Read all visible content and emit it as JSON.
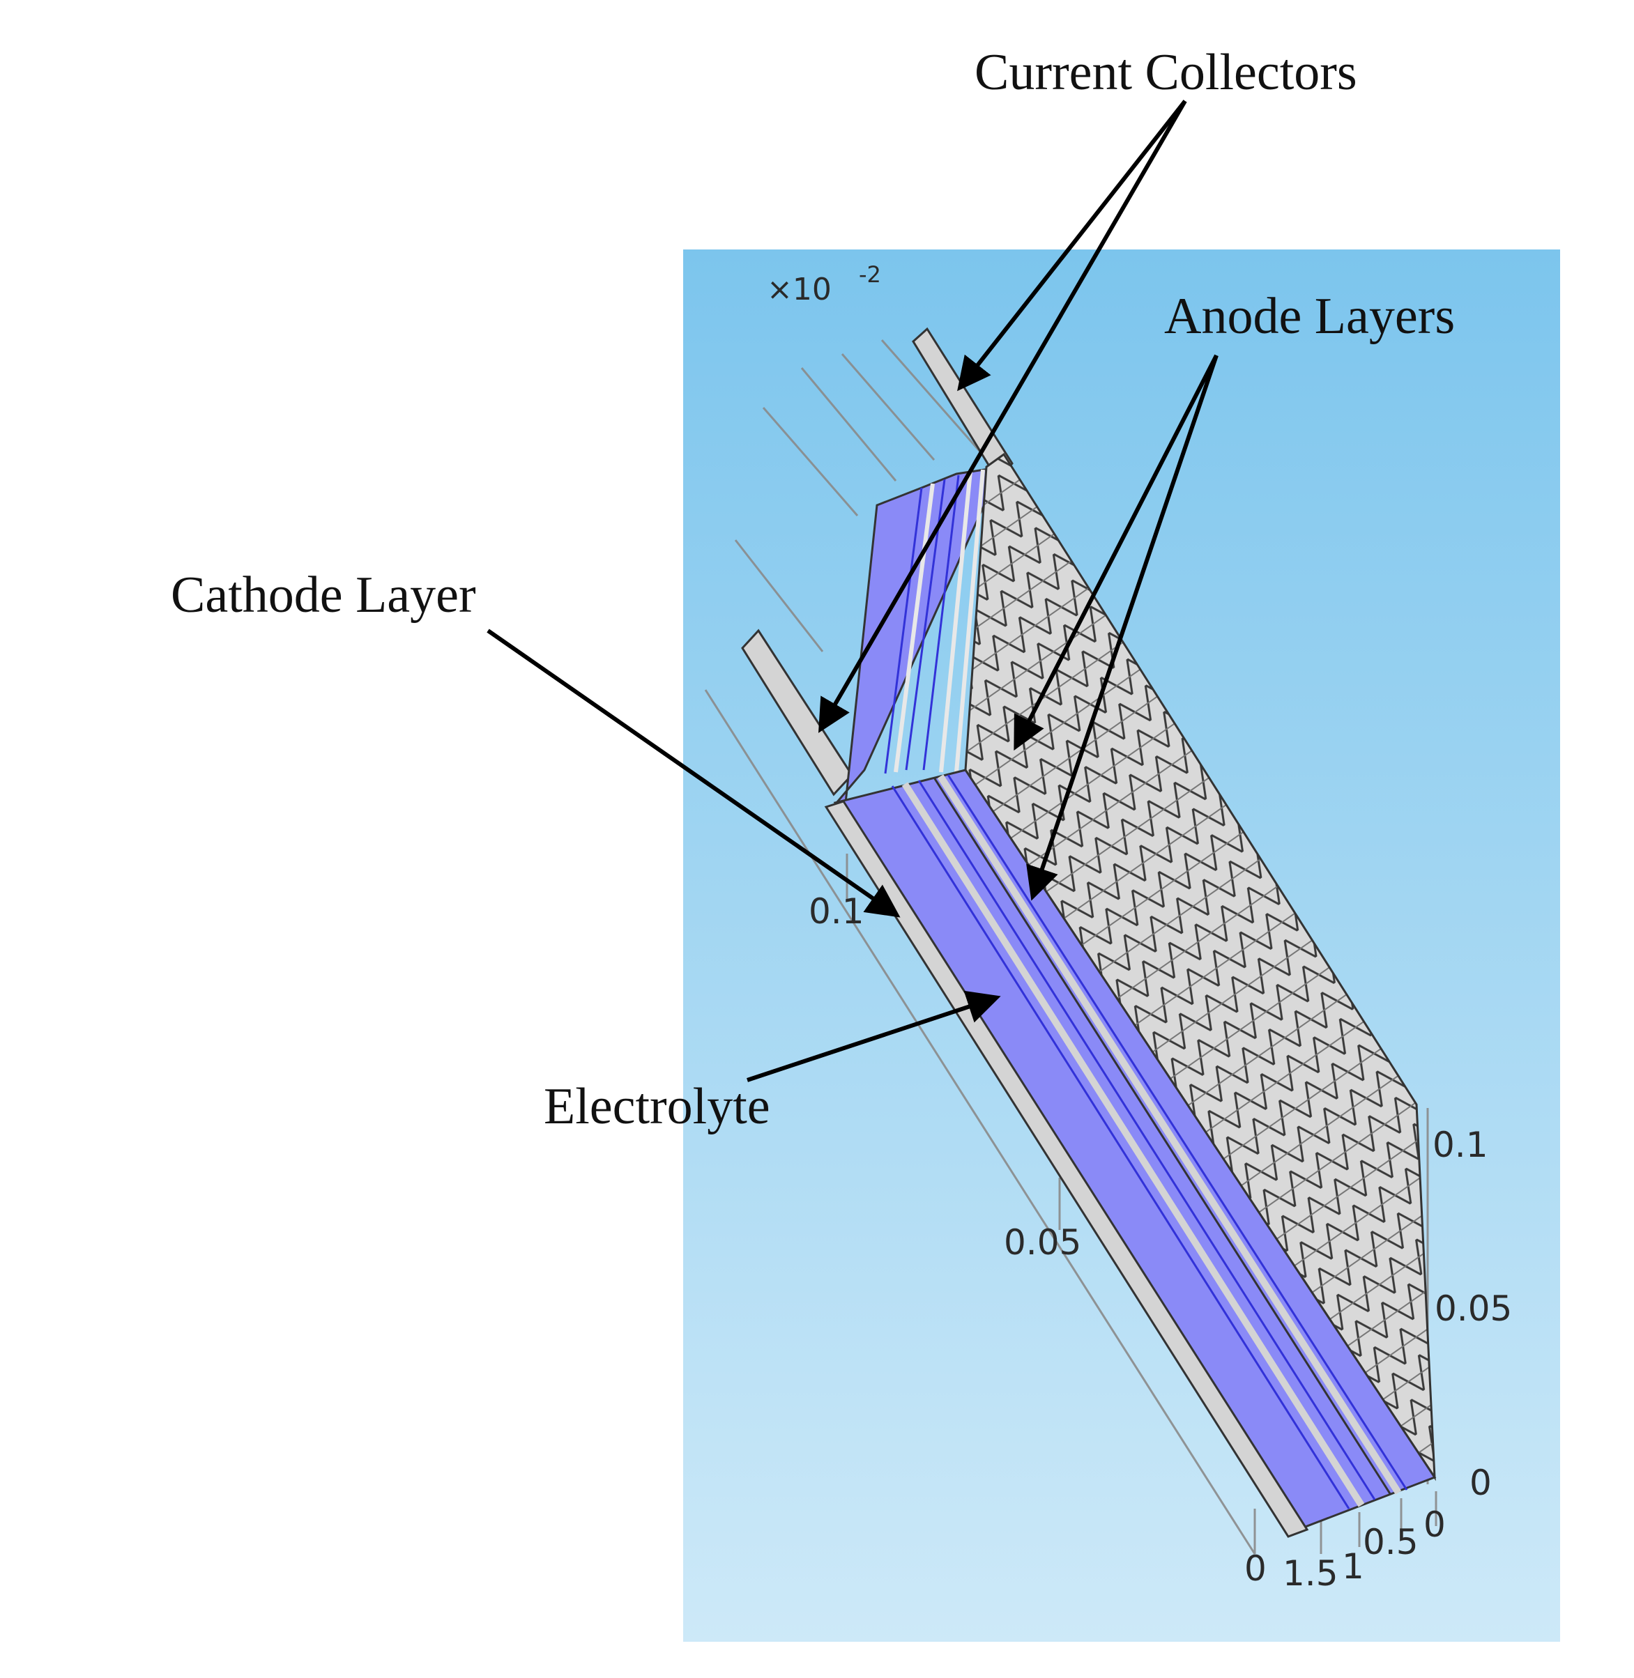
{
  "figure": {
    "labels": {
      "current_collectors": "Current Collectors",
      "anode_layers": "Anode Layers",
      "cathode_layer": "Cathode Layer",
      "electrolyte": "Electrolyte"
    },
    "axes": {
      "exponent": "×10",
      "exponent_power": "-2",
      "depth_ticks": [
        "0.1",
        "0.05",
        "0"
      ],
      "height_ticks": [
        "0.1",
        "0.05",
        "0"
      ],
      "width_ticks": [
        "1.5",
        "1",
        "0.5",
        "0"
      ]
    },
    "colors": {
      "background_top": "#7cc5ed",
      "background_bottom": "#cde9f8",
      "electrolyte": "#8a8af7",
      "electrode_blue": "#7878f2",
      "collector": "#d4d4d4",
      "mesh": "#d8d8d8",
      "edge": "#333333",
      "arrow": "#000000"
    }
  }
}
